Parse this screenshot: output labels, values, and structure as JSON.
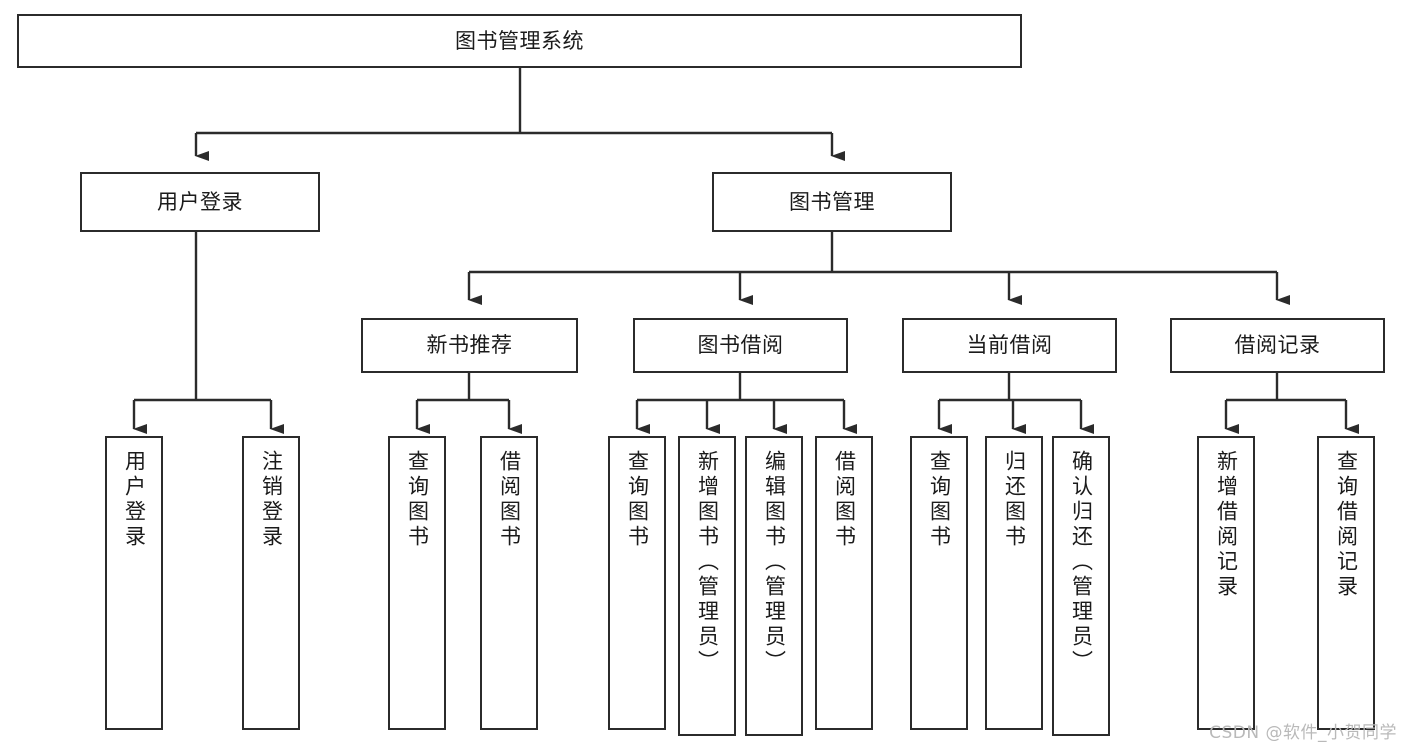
{
  "title": "图书管理系统",
  "watermark": "CSDN @软件_小贺同学",
  "colors": {
    "line": "#2b2b2b",
    "box_border": "#2b2b2b",
    "box_fill": "#ffffff",
    "text": "#1b1b1b",
    "watermark": "#b9b9b9",
    "background": "#ffffff"
  },
  "chart_data": {
    "type": "diagram",
    "diagram_kind": "tree / functional-structure-chart",
    "orientation": "top-down",
    "title": "图书管理系统",
    "root": "图书管理系统",
    "levels": 3,
    "node_count": 20,
    "edges": [
      {
        "from": "图书管理系统",
        "to": "用户登录"
      },
      {
        "from": "图书管理系统",
        "to": "图书管理"
      },
      {
        "from": "用户登录",
        "to": "用户登录(叶)"
      },
      {
        "from": "用户登录",
        "to": "注销登录"
      },
      {
        "from": "图书管理",
        "to": "新书推荐"
      },
      {
        "from": "图书管理",
        "to": "图书借阅"
      },
      {
        "from": "图书管理",
        "to": "当前借阅"
      },
      {
        "from": "图书管理",
        "to": "借阅记录"
      },
      {
        "from": "新书推荐",
        "to": "查询图书"
      },
      {
        "from": "新书推荐",
        "to": "借阅图书"
      },
      {
        "from": "图书借阅",
        "to": "查询图书"
      },
      {
        "from": "图书借阅",
        "to": "新增图书（管理员）"
      },
      {
        "from": "图书借阅",
        "to": "编辑图书（管理员）"
      },
      {
        "from": "图书借阅",
        "to": "借阅图书"
      },
      {
        "from": "当前借阅",
        "to": "查询图书"
      },
      {
        "from": "当前借阅",
        "to": "归还图书"
      },
      {
        "from": "当前借阅",
        "to": "确认归还（管理员）"
      },
      {
        "from": "借阅记录",
        "to": "新增借阅记录"
      },
      {
        "from": "借阅记录",
        "to": "查询借阅记录"
      }
    ]
  },
  "nodes": {
    "root": {
      "label": "图书管理系统"
    },
    "level1": [
      {
        "id": "user-login",
        "label": "用户登录"
      },
      {
        "id": "book-manage",
        "label": "图书管理"
      }
    ],
    "level2": [
      {
        "id": "new-book-recommend",
        "label": "新书推荐"
      },
      {
        "id": "book-borrow",
        "label": "图书借阅"
      },
      {
        "id": "current-borrow",
        "label": "当前借阅"
      },
      {
        "id": "borrow-record",
        "label": "借阅记录"
      }
    ],
    "leaves": [
      {
        "id": "leaf-user-login",
        "label": "用户登录",
        "parent": "用户登录"
      },
      {
        "id": "leaf-logout",
        "label": "注销登录",
        "parent": "用户登录"
      },
      {
        "id": "leaf-query-book-1",
        "label": "查询图书",
        "parent": "新书推荐"
      },
      {
        "id": "leaf-borrow-book-1",
        "label": "借阅图书",
        "parent": "新书推荐"
      },
      {
        "id": "leaf-query-book-2",
        "label": "查询图书",
        "parent": "图书借阅"
      },
      {
        "id": "leaf-add-book",
        "label": "新增图书（管理员）",
        "parent": "图书借阅"
      },
      {
        "id": "leaf-edit-book",
        "label": "编辑图书（管理员）",
        "parent": "图书借阅"
      },
      {
        "id": "leaf-borrow-book-2",
        "label": "借阅图书",
        "parent": "图书借阅"
      },
      {
        "id": "leaf-query-book-3",
        "label": "查询图书",
        "parent": "当前借阅"
      },
      {
        "id": "leaf-return-book",
        "label": "归还图书",
        "parent": "当前借阅"
      },
      {
        "id": "leaf-confirm-return",
        "label": "确认归还（管理员）",
        "parent": "当前借阅"
      },
      {
        "id": "leaf-add-record",
        "label": "新增借阅记录",
        "parent": "借阅记录"
      },
      {
        "id": "leaf-query-record",
        "label": "查询借阅记录",
        "parent": "借阅记录"
      }
    ]
  }
}
